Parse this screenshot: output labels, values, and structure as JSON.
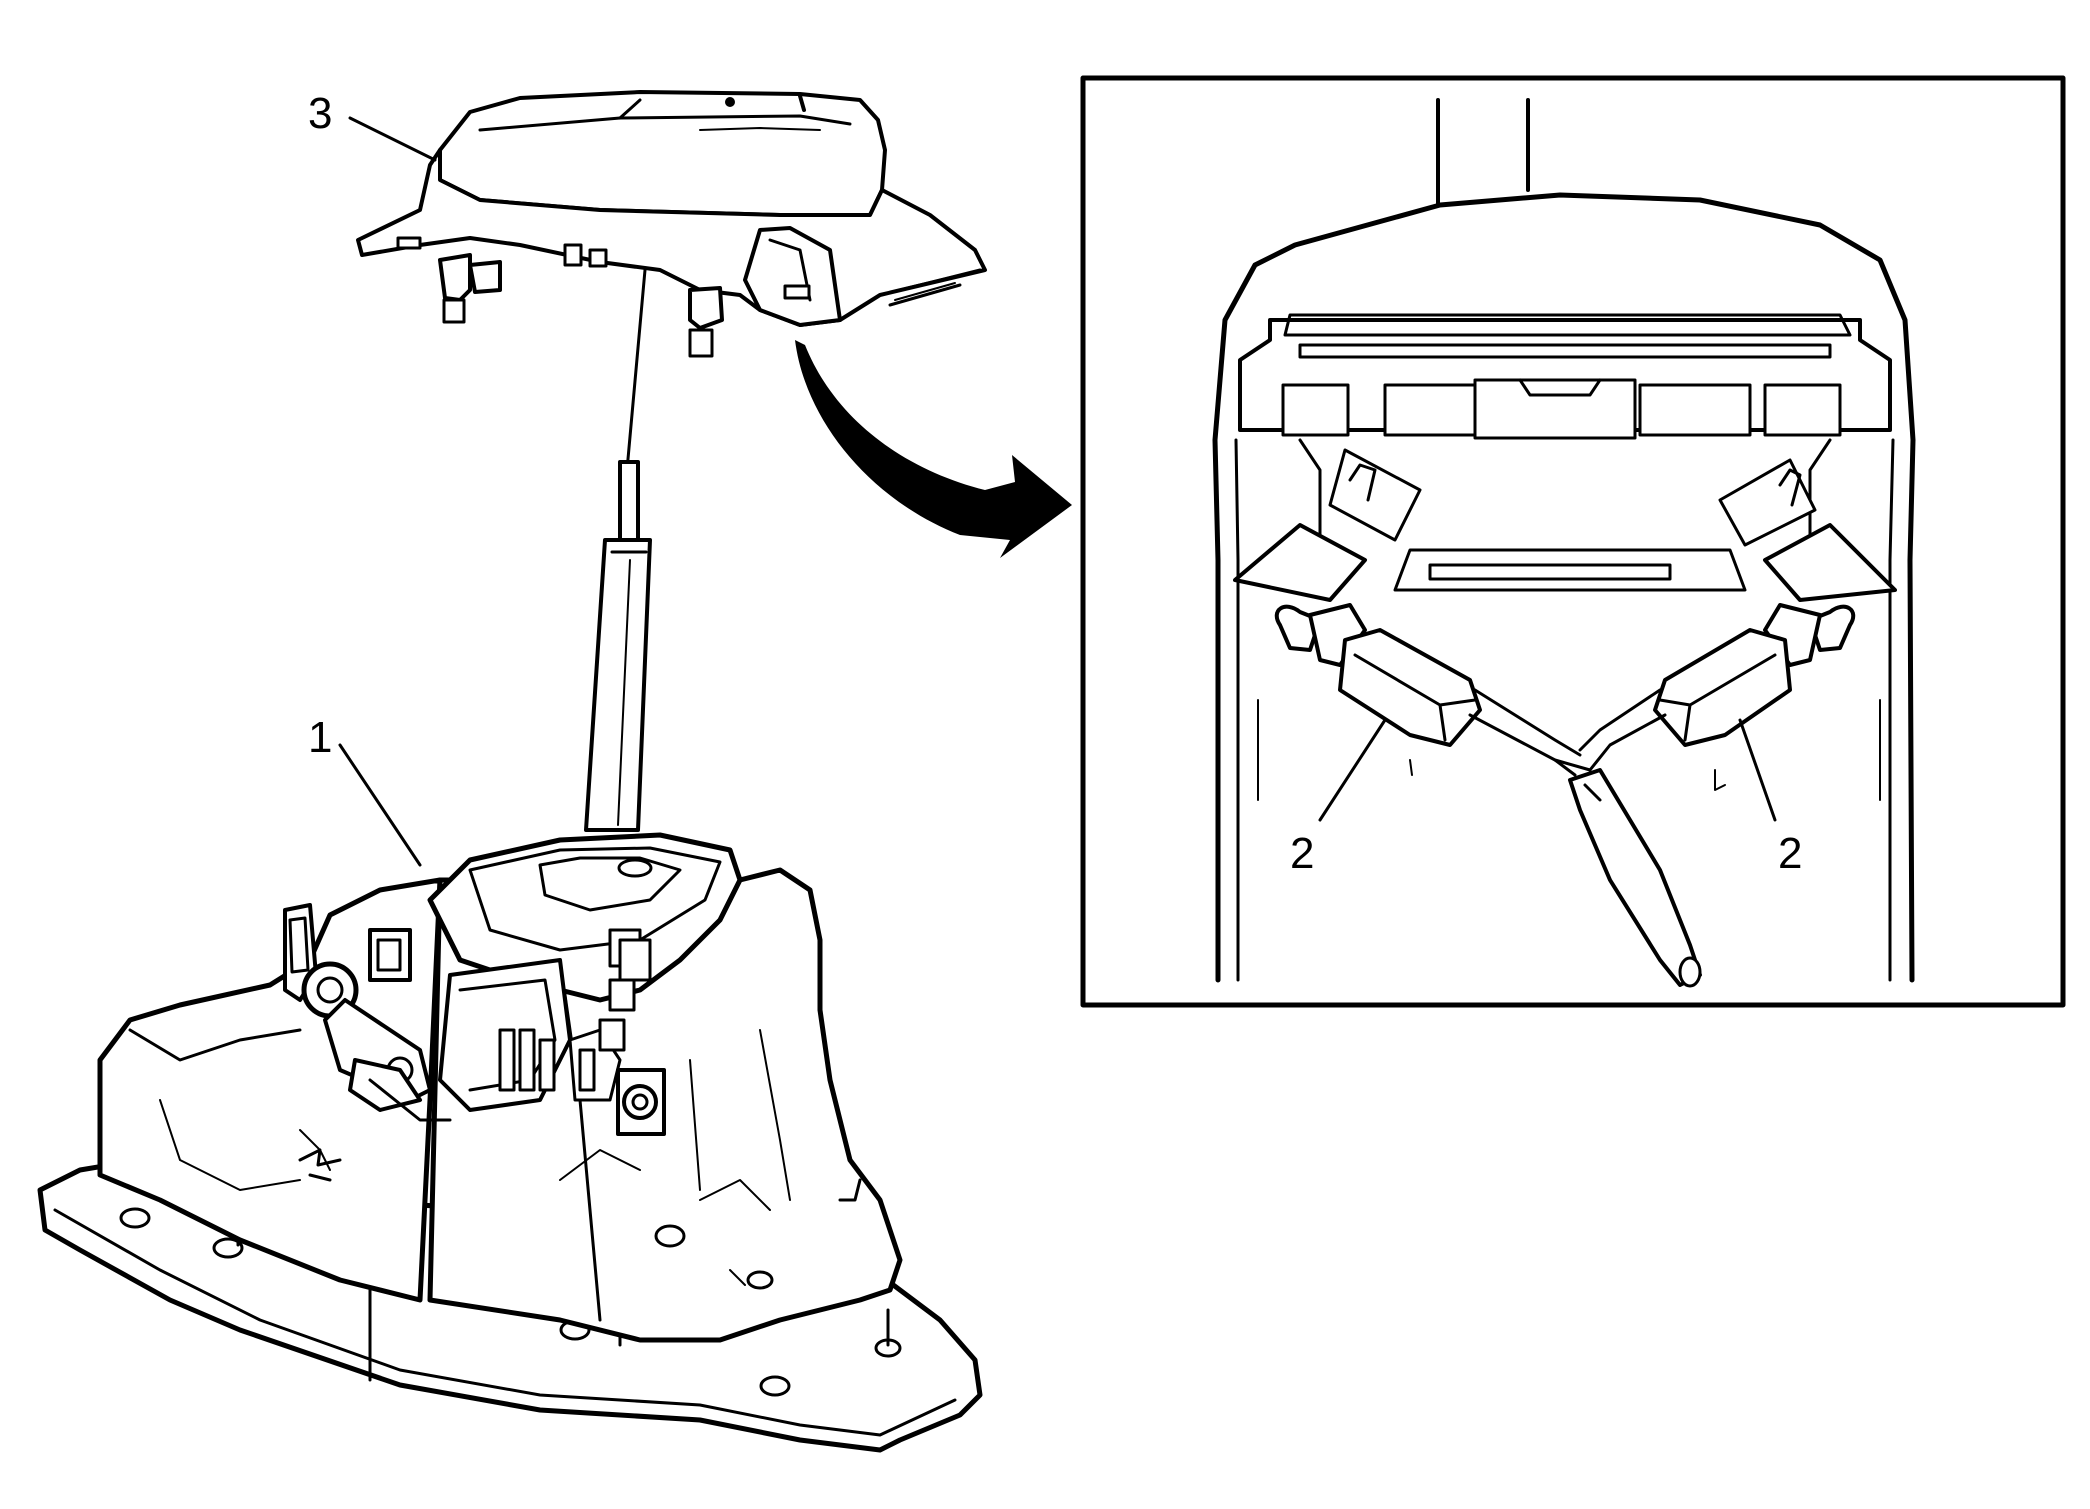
{
  "callouts": {
    "shifter_base": "1",
    "connector_left": "2",
    "connector_right": "2",
    "shift_cover": "3"
  },
  "colors": {
    "line": "#000000",
    "background": "#ffffff"
  }
}
